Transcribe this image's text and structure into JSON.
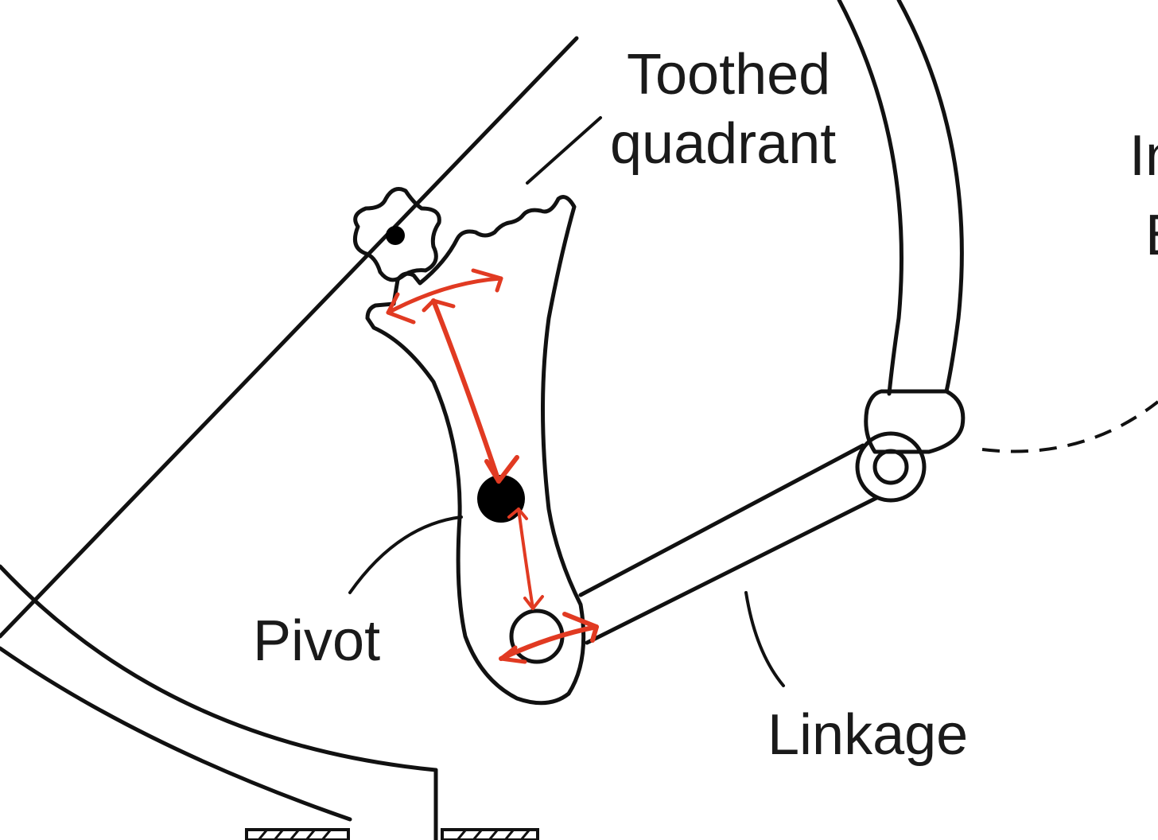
{
  "labels": {
    "toothed_quadrant_line1": "Toothed",
    "toothed_quadrant_line2": "quadrant",
    "pivot": "Pivot",
    "linkage": "Linkage",
    "cut_off_line1": "In",
    "cut_off_line2": "B"
  },
  "colors": {
    "ink": "#111111",
    "annotation": "#e13a22",
    "background": "#ffffff"
  }
}
